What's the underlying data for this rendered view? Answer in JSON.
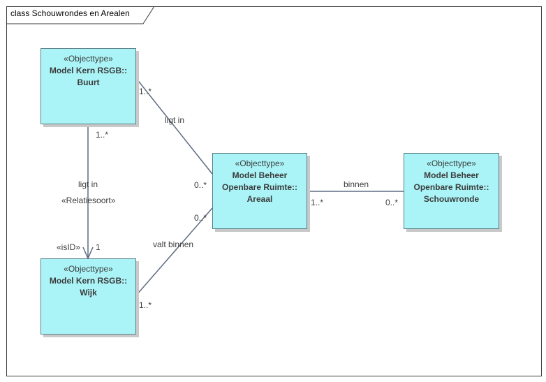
{
  "frame": {
    "title": "class Schouwrondes en Arealen"
  },
  "classes": {
    "buurt": {
      "stereotype": "«Objecttype»",
      "name": "Model Kern RSGB::\nBuurt"
    },
    "wijk": {
      "stereotype": "«Objecttype»",
      "name": "Model Kern RSGB::\nWijk"
    },
    "areaal": {
      "stereotype": "«Objecttype»",
      "name": "Model Beheer\nOpenbare Ruimte::\nAreaal"
    },
    "schouwronde": {
      "stereotype": "«Objecttype»",
      "name": "Model Beheer\nOpenbare Ruimte::\nSchouwronde"
    }
  },
  "associations": {
    "buurt_areaal": {
      "name": "ligt in",
      "source_mult": "1..*",
      "target_mult": "0..*"
    },
    "buurt_wijk": {
      "name": "ligt in",
      "stereotype": "«Relatiesoort»",
      "source_mult": "1..*",
      "target_mult": "1",
      "target_role": "«isID»"
    },
    "wijk_areaal": {
      "name": "valt binnen",
      "source_mult": "1..*",
      "target_mult": "0..*"
    },
    "areaal_schouwronde": {
      "name": "binnen",
      "source_mult": "1..*",
      "target_mult": "0..*"
    }
  },
  "colors": {
    "class_fill": "#aaf4f7",
    "class_border": "#5a7f86",
    "line": "#5d6b80"
  }
}
